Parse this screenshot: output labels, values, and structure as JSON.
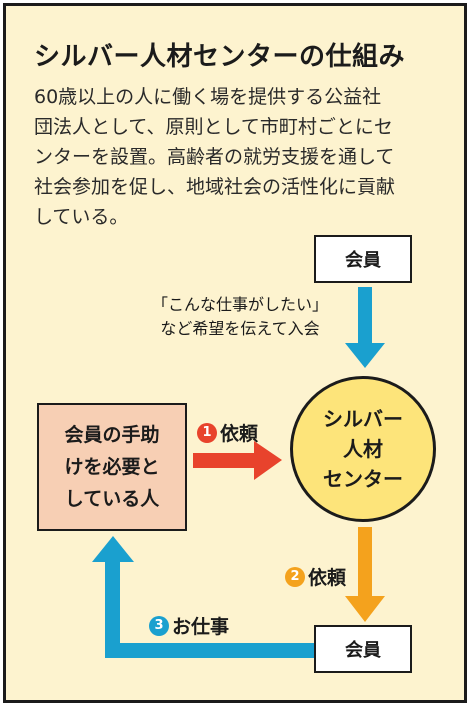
{
  "title": "シルバー人材センターの仕組み",
  "description_lines": [
    "60歳以上の人に働く場を提供する公益社",
    "団法人として、原則として市町村ごとにセ",
    "ンターを設置。高齢者の就労支援を通して",
    "社会参加を促し、地域社会の活性化に貢献",
    "している。"
  ],
  "nodes": {
    "member_top": "会員",
    "member_bottom": "会員",
    "client_lines": [
      "会員の手助",
      "けを必要と",
      "している人"
    ],
    "center_lines": [
      "シルバー",
      "人材",
      "センター"
    ]
  },
  "join_note_lines": [
    "「こんな仕事がしたい」",
    "など希望を伝えて入会"
  ],
  "steps": [
    {
      "number": "1",
      "label": "依頼"
    },
    {
      "number": "2",
      "label": "依頼"
    },
    {
      "number": "3",
      "label": "お仕事"
    }
  ],
  "colors": {
    "panel_bg": "#fdf3cf",
    "client_bg": "#f7cfb4",
    "center_bg": "#fde47a",
    "arrow_blue": "#1aa0cf",
    "arrow_red": "#e8432c",
    "arrow_orange": "#f4a21d"
  }
}
